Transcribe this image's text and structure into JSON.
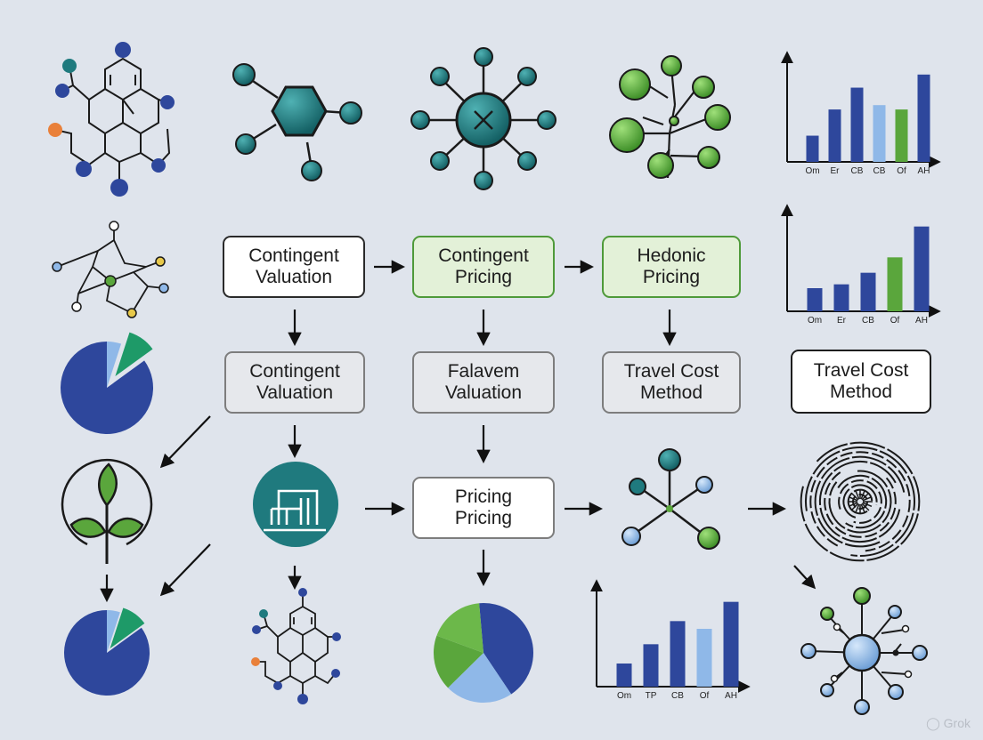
{
  "boxes": {
    "contingent_valuation_top": {
      "line1": "Contingent",
      "line2": "Valuation"
    },
    "contingent_pricing": {
      "line1": "Contingent",
      "line2": "Pricing"
    },
    "hedonic_pricing": {
      "line1": "Hedonic",
      "line2": "Pricing"
    },
    "contingent_valuation_mid": {
      "line1": "Contingent",
      "line2": "Valuation"
    },
    "falavem_valuation": {
      "line1": "Falavem",
      "line2": "Valuation"
    },
    "travel_cost_method_1": {
      "line1": "Travel Cost",
      "line2": "Method"
    },
    "travel_cost_method_2": {
      "line1": "Travel Cost",
      "line2": "Method"
    },
    "pricing_pricing": {
      "line1": "Pricing",
      "line2": "Pricing"
    }
  },
  "watermark": "Grok",
  "colors": {
    "navy": "#2e479c",
    "teal": "#1f7a7e",
    "green": "#5aa63c",
    "light_blue": "#8fb8e8",
    "orange": "#e9803a",
    "yellow": "#e8c94a",
    "background": "#dfe4ec"
  },
  "chart_data": [
    {
      "type": "bar",
      "categories": [
        "Om",
        "Er",
        "CB",
        "CB",
        "Of",
        "AH"
      ],
      "values": [
        3,
        6,
        8.5,
        6.5,
        6,
        10
      ],
      "colors": [
        "#2e479c",
        "#2e479c",
        "#2e479c",
        "#8fb8e8",
        "#5aa63c",
        "#2e479c"
      ],
      "ylim": [
        0,
        11
      ]
    },
    {
      "type": "bar",
      "categories": [
        "Om",
        "Er",
        "CB",
        "Of",
        "AH"
      ],
      "values": [
        3,
        3.5,
        5,
        7,
        11
      ],
      "colors": [
        "#2e479c",
        "#2e479c",
        "#2e479c",
        "#5aa63c",
        "#2e479c"
      ],
      "ylim": [
        0,
        12
      ]
    },
    {
      "type": "bar",
      "categories": [
        "Om",
        "TP",
        "CB",
        "Of",
        "AH"
      ],
      "values": [
        3,
        5.5,
        8.5,
        7.5,
        11
      ],
      "colors": [
        "#2e479c",
        "#2e479c",
        "#2e479c",
        "#8fb8e8",
        "#2e479c"
      ],
      "ylim": [
        0,
        12
      ]
    },
    {
      "type": "pie",
      "values": [
        85,
        5,
        10
      ],
      "colors": [
        "#2e479c",
        "#8fb8e8",
        "#1e9a68"
      ]
    },
    {
      "type": "pie",
      "values": [
        85,
        5,
        10
      ],
      "colors": [
        "#2e479c",
        "#8fb8e8",
        "#1e9a68"
      ]
    },
    {
      "type": "pie",
      "values": [
        42,
        22,
        18,
        18
      ],
      "colors": [
        "#2e479c",
        "#8fb8e8",
        "#5aa63c",
        "#6cb84a"
      ]
    }
  ]
}
